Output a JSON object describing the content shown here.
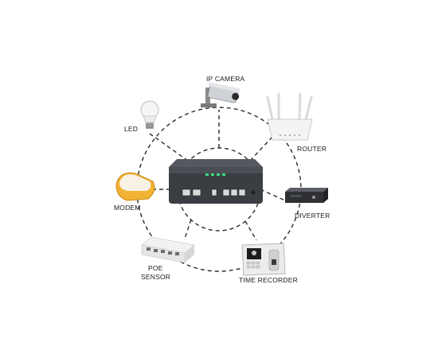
{
  "center_device": {
    "name": "",
    "icon": "poe-switch-hub"
  },
  "devices": [
    {
      "key": "ip_camera",
      "label": "IP CAMERA",
      "icon": "security-camera-icon"
    },
    {
      "key": "led",
      "label": "LED",
      "icon": "light-bulb-icon"
    },
    {
      "key": "router",
      "label": "ROUTER",
      "icon": "wifi-router-icon"
    },
    {
      "key": "modem",
      "label": "MODEM",
      "icon": "modem-icon"
    },
    {
      "key": "diverter",
      "label": "DIVERTER",
      "icon": "rack-device-icon"
    },
    {
      "key": "poe_sensor",
      "label": "POE\nSENSOR",
      "icon": "network-switch-icon"
    },
    {
      "key": "time_recorder",
      "label": "TIME RECORDER",
      "icon": "biometric-terminal-icon"
    }
  ],
  "colors": {
    "line": "#2b2b2b",
    "hub_body": "#3a3d42",
    "modem_accent": "#f2b233",
    "router_body": "#f4f4f4"
  }
}
